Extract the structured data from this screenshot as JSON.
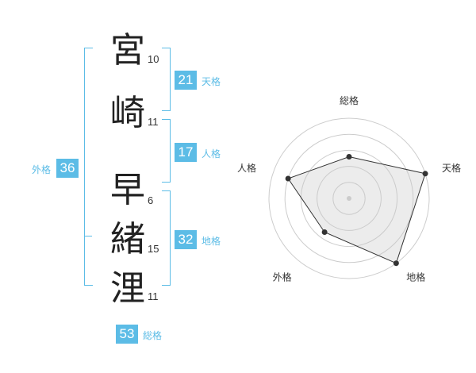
{
  "name": {
    "chars": [
      {
        "char": "宮",
        "strokes": "10"
      },
      {
        "char": "崎",
        "strokes": "11"
      },
      {
        "char": "早",
        "strokes": "6"
      },
      {
        "char": "緒",
        "strokes": "15"
      },
      {
        "char": "浬",
        "strokes": "11"
      }
    ]
  },
  "fortunes": {
    "tenkaku": {
      "value": "21",
      "label": "天格"
    },
    "jinkaku": {
      "value": "17",
      "label": "人格"
    },
    "chikaku": {
      "value": "32",
      "label": "地格"
    },
    "gaikaku": {
      "value": "36",
      "label": "外格"
    },
    "soukaku": {
      "value": "53",
      "label": "総格"
    }
  },
  "colors": {
    "accent": "#5cbce6"
  },
  "chart_data": {
    "type": "radar",
    "axes": [
      "総格",
      "天格",
      "地格",
      "外格",
      "人格"
    ],
    "values": [
      2.6,
      5,
      5,
      2.6,
      4
    ],
    "max": 5
  }
}
